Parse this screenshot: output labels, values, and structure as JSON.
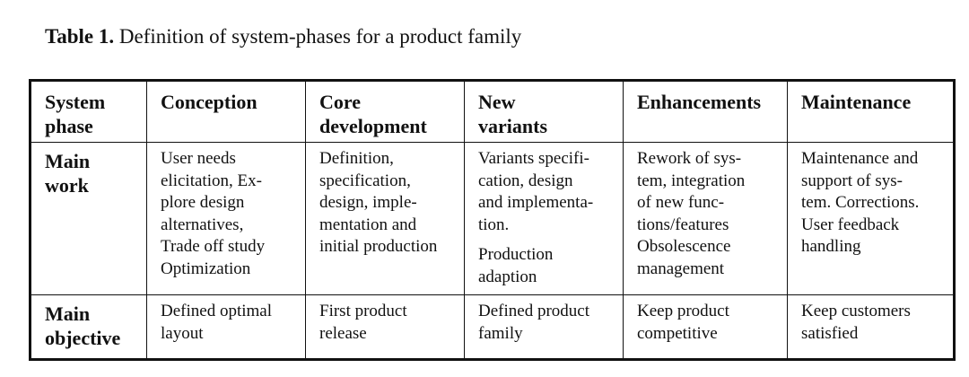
{
  "caption": {
    "label": "Table 1.",
    "text": " Definition of system-phases for a product family"
  },
  "table": {
    "header": [
      "System\nphase",
      "Conception",
      "Core\ndevelopment",
      "New\nvariants",
      "Enhancements",
      "Maintenance"
    ],
    "rows": [
      {
        "label": "Main\nwork",
        "cells": [
          [
            "User needs\nelicitation, Ex-\nplore design\nalternatives,\nTrade off study\nOptimization"
          ],
          [
            "Definition,\nspecification,\ndesign, imple-\nmentation and\ninitial production"
          ],
          [
            "Variants specifi-\ncation, design\nand implementa-\ntion.",
            "Production\nadaption"
          ],
          [
            "Rework of sys-\ntem, integration\nof new func-\ntions/features\nObsolescence\nmanagement"
          ],
          [
            "Maintenance and\nsupport of sys-\ntem. Corrections.\nUser feedback\nhandling"
          ]
        ]
      },
      {
        "label": "Main\nobjective",
        "cells": [
          [
            "Defined optimal\nlayout"
          ],
          [
            "First product\nrelease"
          ],
          [
            "Defined product\nfamily"
          ],
          [
            "Keep product\ncompetitive"
          ],
          [
            "Keep customers\nsatisfied"
          ]
        ]
      }
    ]
  }
}
